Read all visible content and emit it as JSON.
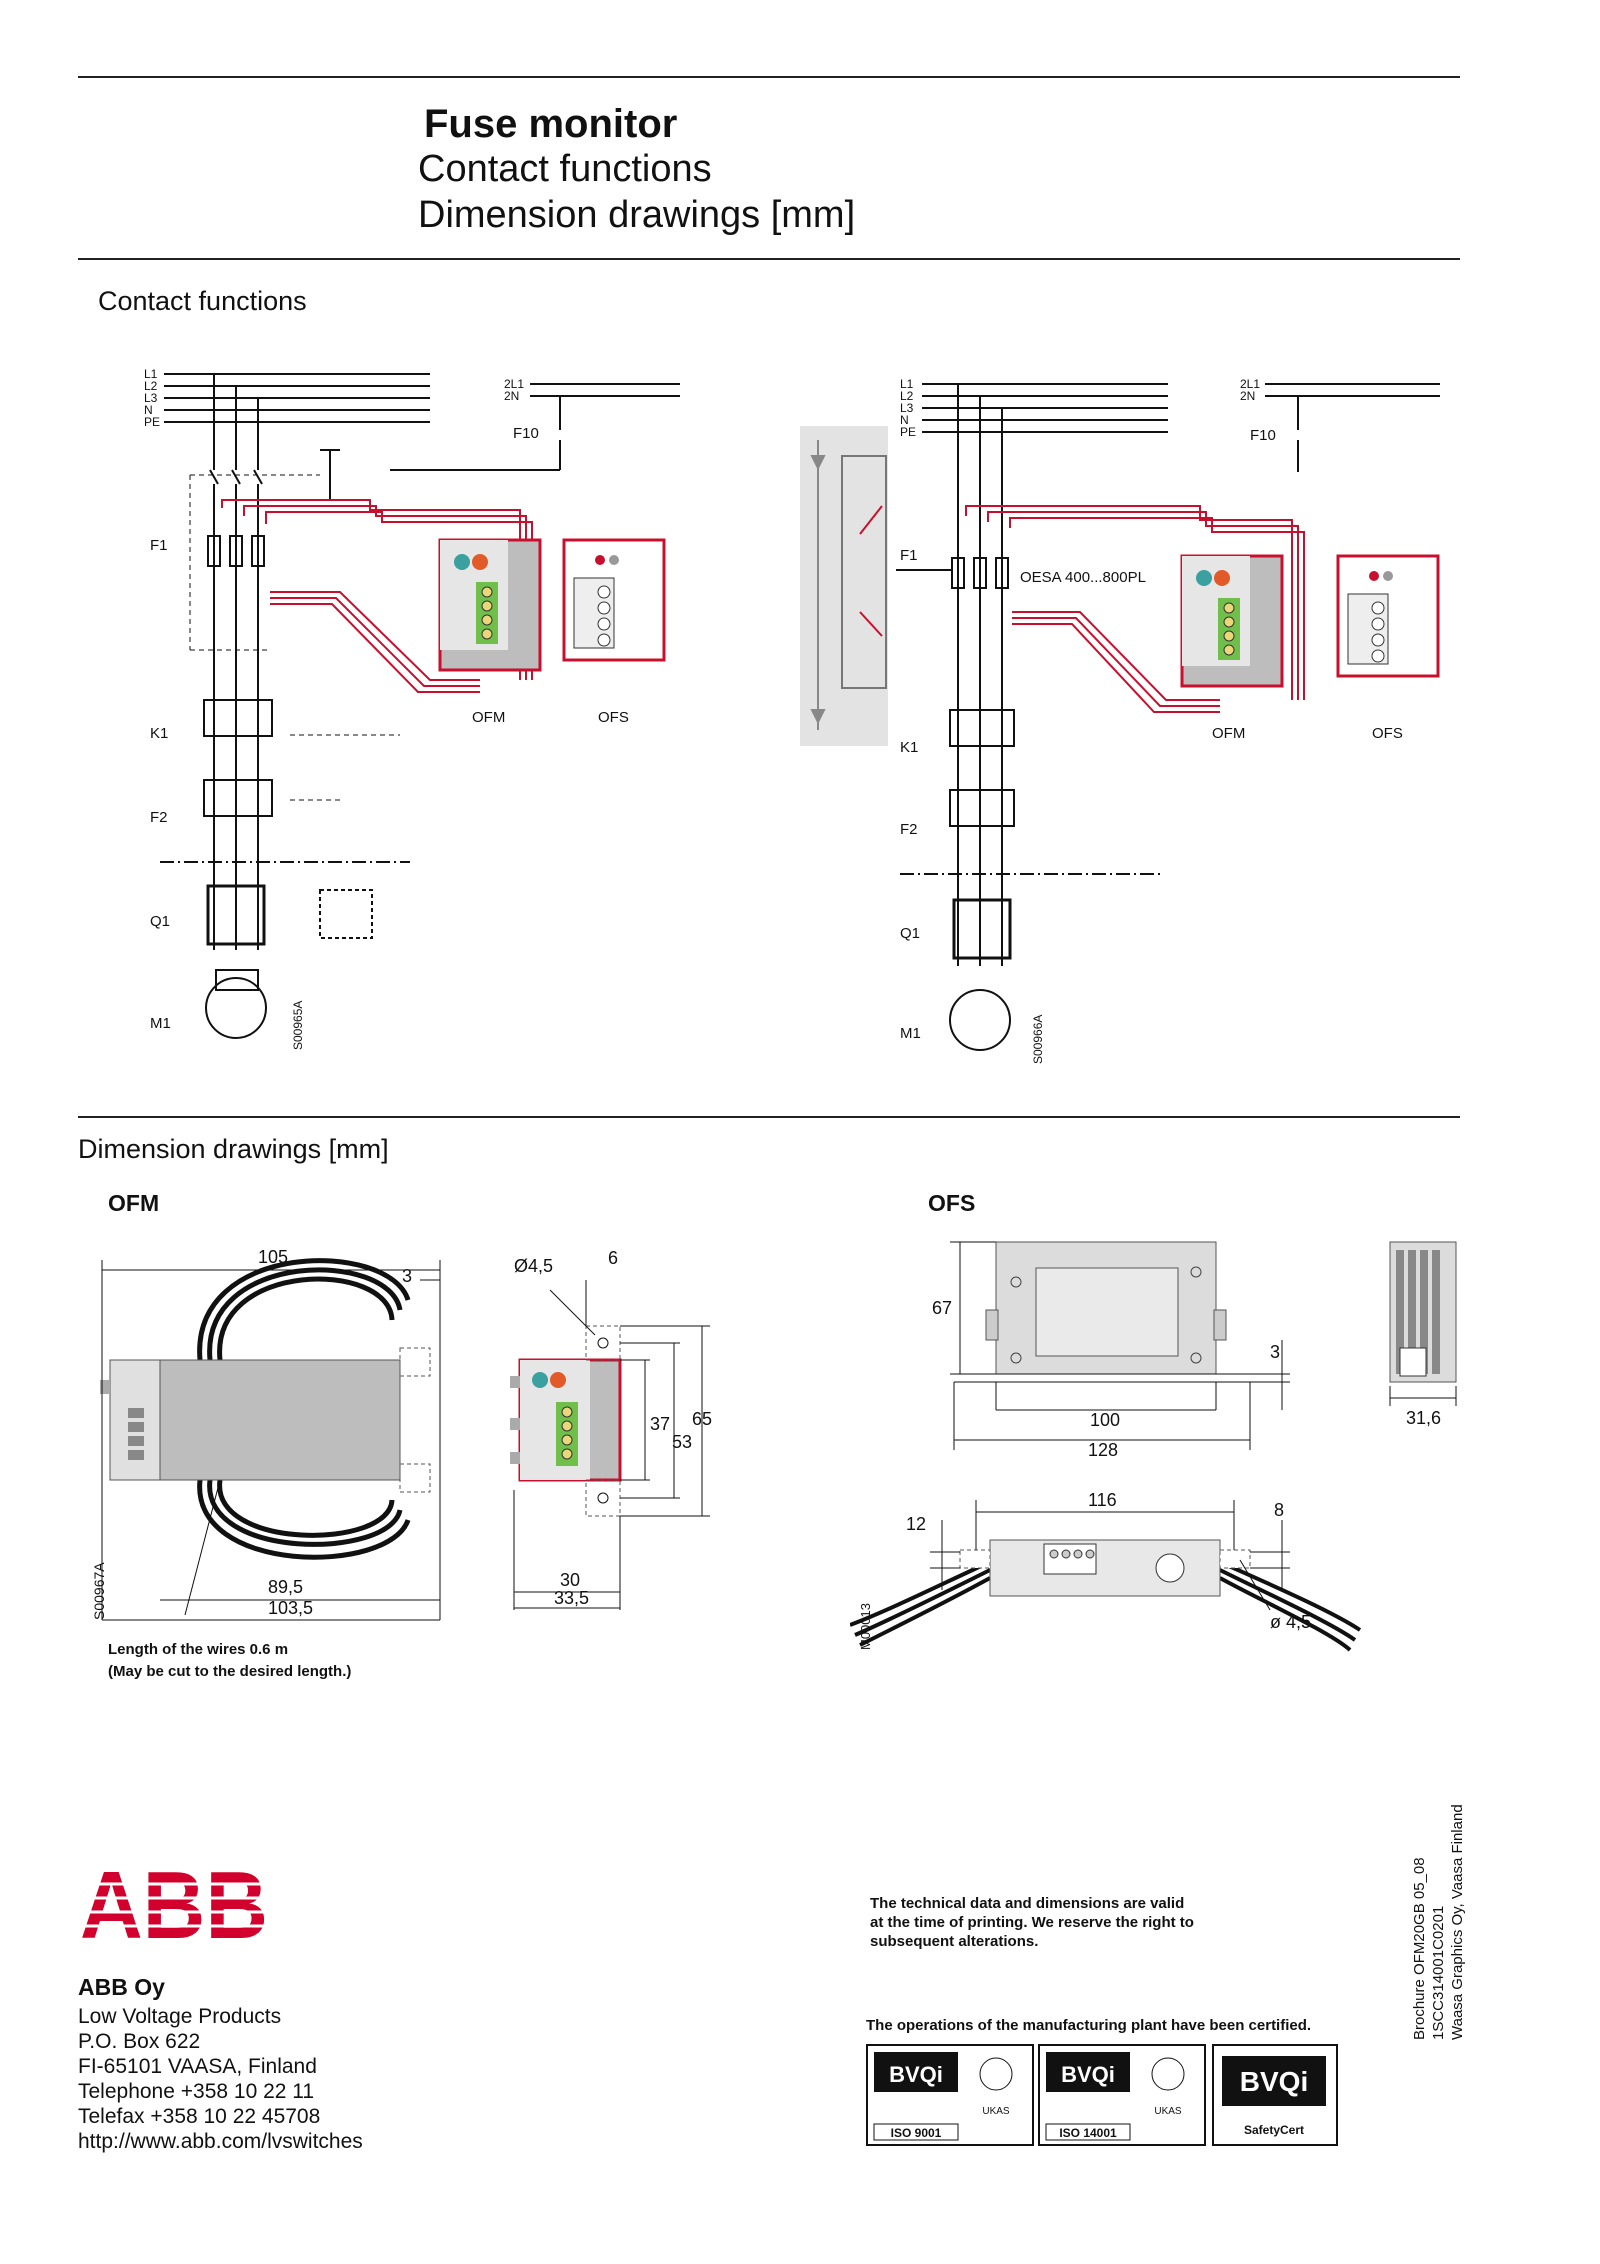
{
  "header": {
    "title": "Fuse monitor",
    "subtitle1": "Contact functions",
    "subtitle2": "Dimension drawings [mm]"
  },
  "contact_functions": {
    "heading": "Contact functions",
    "left": {
      "bus_labels": [
        "L1",
        "L2",
        "L3",
        "N",
        "PE"
      ],
      "aux_labels": [
        "2L1",
        "2N"
      ],
      "f10": "F10",
      "f1": "F1",
      "k1": "K1",
      "f2": "F2",
      "q1": "Q1",
      "m1": "M1",
      "ofm": "OFM",
      "ofs": "OFS",
      "code": "S00965A"
    },
    "right": {
      "bus_labels": [
        "L1",
        "L2",
        "L3",
        "N",
        "PE"
      ],
      "aux_labels": [
        "2L1",
        "2N"
      ],
      "f10": "F10",
      "f1": "F1",
      "k1": "K1",
      "f2": "F2",
      "q1": "Q1",
      "m1": "M1",
      "ofm": "OFM",
      "ofs": "OFS",
      "oesa": "OESA  400...800PL",
      "code": "S00966A"
    }
  },
  "dimension_drawings": {
    "heading": "Dimension drawings  [mm]",
    "ofm": {
      "label": "OFM",
      "dims": {
        "w105": "105",
        "d3": "3",
        "d89": "89,5",
        "d103": "103,5",
        "hole": "Ø4,5",
        "d6": "6",
        "d37": "37",
        "d53": "53",
        "d65": "65",
        "d30": "30",
        "d33": "33,5"
      },
      "code": "S00967A",
      "wire_note1": "Length of the wires 0.6 m",
      "wire_note2": "(May be cut to the desired length.)"
    },
    "ofs": {
      "label": "OFS",
      "dims": {
        "d67": "67",
        "d3": "3",
        "d100": "100",
        "d128": "128",
        "d31": "31,6",
        "d12": "12",
        "d116": "116",
        "d8": "8",
        "hole": "ø 4,5"
      },
      "code": "M00013"
    }
  },
  "footer": {
    "logo": "ABB",
    "company": "ABB Oy",
    "address": [
      "Low Voltage Products",
      "P.O. Box 622",
      "FI-65101 VAASA, Finland",
      "Telephone +358 10 22 11",
      "Telefax +358 10 22 45708",
      "http://www.abb.com/lvswitches"
    ],
    "disclaimer": [
      "The technical data and dimensions are valid",
      "at the time of printing.  We reserve the right to",
      "subsequent alterations."
    ],
    "certified": "The operations of the manufacturing plant have been certified.",
    "cert_badges": [
      {
        "brand": "BVQi",
        "label": "ISO 9001"
      },
      {
        "brand": "BVQi",
        "label": "ISO 14001"
      },
      {
        "brand": "BVQi",
        "label": "SafetyCert"
      }
    ],
    "ukas": "UKAS",
    "brochure": [
      "Brochure OFM20GB 05_08",
      "1SCC314001C0201",
      "Waasa Graphics Oy, Vaasa Finland"
    ]
  },
  "colors": {
    "abb_red": "#d2002d",
    "schematic_red": "#c8102e",
    "grey_body": "#bdbdbd"
  }
}
